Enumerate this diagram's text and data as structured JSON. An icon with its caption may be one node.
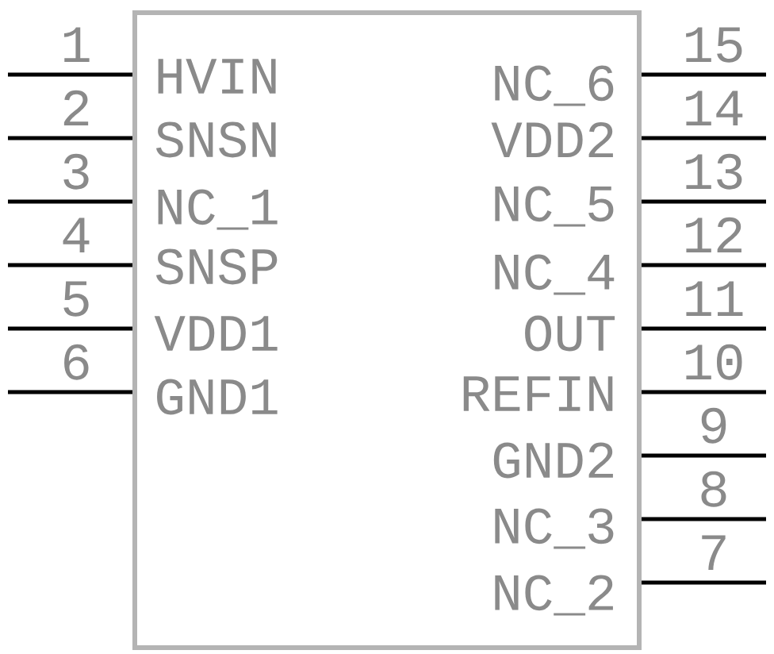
{
  "diagram": {
    "nodes": [
      {
        "text": [
          "HVIN",
          "SNSN",
          "NC_1",
          "SNSP",
          "VDD1",
          "GND1",
          "NC_6",
          "VDD2",
          "NC_5",
          "NC_4",
          "OUT",
          "REFIN",
          "GND2",
          "NC_3",
          "NC_2"
        ]
      }
    ],
    "labels": [
      "1",
      "15",
      "2",
      "14",
      "3",
      "13",
      "4",
      "12",
      "5",
      "11",
      "6",
      "10",
      "9",
      "8",
      "7"
    ]
  }
}
